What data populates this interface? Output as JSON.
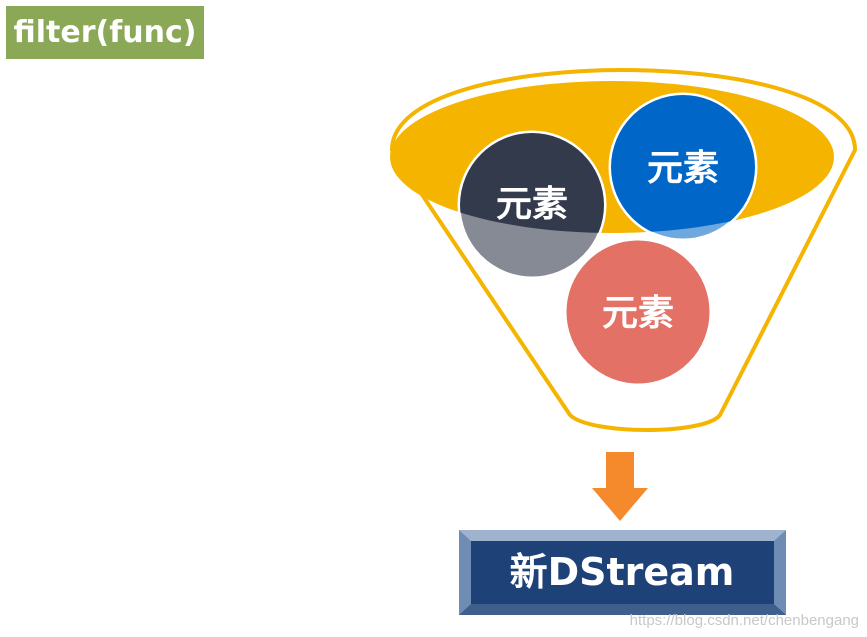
{
  "title": "filter(func)",
  "funnel": {
    "elements": [
      {
        "label": "元素",
        "role": "dark-gray"
      },
      {
        "label": "元素",
        "role": "blue"
      },
      {
        "label": "元素",
        "role": "coral"
      }
    ]
  },
  "output": {
    "label": "新DStream"
  },
  "watermark": "https://blog.csdn.net/chenbengang",
  "colors": {
    "title_bg": "#8aa855",
    "funnel_rim": "#f5b400",
    "funnel_outline": "#f5b400",
    "element_dark_top": "#323a4b",
    "element_dark_bottom": "#868a95",
    "element_blue_top": "#0066c8",
    "element_blue_bottom": "#6fa8de",
    "element_coral": "#e37165",
    "arrow": "#f58a2d",
    "box_fill": "#1e4278",
    "box_bevel": "#6e8cb4"
  }
}
